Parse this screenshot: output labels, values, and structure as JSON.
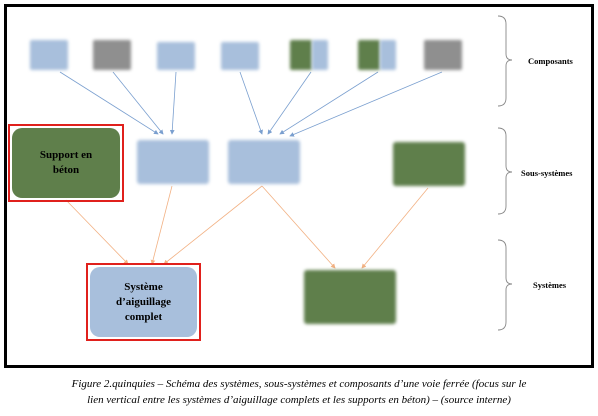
{
  "levels": {
    "composants": "Composants",
    "sous_systemes": "Sous-systèmes",
    "systemes": "Systèmes"
  },
  "nodes": {
    "support": "Support en\nbéton",
    "aiguillage": "Système\nd’aiguillage\ncomplet"
  },
  "caption": {
    "line1": "Figure 2.quinquies – Schéma des systèmes, sous-systèmes et composants d’une voie ferrée (focus sur le",
    "line2": "lien vertical entre les systèmes d’aiguillage complets et les supports en béton) – (source interne)"
  },
  "colors": {
    "blue": "#a8bfdc",
    "green": "#5f7f4b",
    "gray": "#8f8f8f",
    "highlight": "#e0201c",
    "arrow_blue": "#7a9fcf",
    "arrow_orange": "#f2b183",
    "bracket": "#888888"
  }
}
